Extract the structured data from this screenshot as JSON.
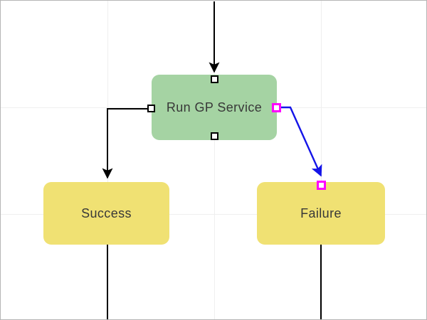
{
  "diagram": {
    "nodes": [
      {
        "id": "run-gp-service",
        "label": "Run GP Service",
        "fill": "#a5d3a3",
        "role": "process-step"
      },
      {
        "id": "success",
        "label": "Success",
        "fill": "#f0e173",
        "role": "outcome"
      },
      {
        "id": "failure",
        "label": "Failure",
        "fill": "#f0e173",
        "role": "outcome"
      }
    ],
    "connectors": [
      {
        "id": "incoming-top",
        "from": "offscreen-top",
        "to": "run-gp-service.top",
        "color": "#000000",
        "arrow": true,
        "selected": false
      },
      {
        "id": "gp-to-success",
        "from": "run-gp-service.left",
        "to": "success.top",
        "color": "#000000",
        "arrow": true,
        "selected": false
      },
      {
        "id": "gp-to-failure",
        "from": "run-gp-service.right",
        "to": "failure.top",
        "color": "#1414e8",
        "arrow": true,
        "selected": true
      },
      {
        "id": "success-outgoing",
        "from": "success.bottom",
        "to": "offscreen-bottom",
        "color": "#000000",
        "arrow": false,
        "selected": false
      },
      {
        "id": "failure-outgoing",
        "from": "failure.bottom",
        "to": "offscreen-bottom",
        "color": "#000000",
        "arrow": false,
        "selected": false
      }
    ],
    "endpoints": [
      {
        "node": "run-gp-service",
        "side": "top",
        "state": "default"
      },
      {
        "node": "run-gp-service",
        "side": "left",
        "state": "default"
      },
      {
        "node": "run-gp-service",
        "side": "right",
        "state": "selected"
      },
      {
        "node": "run-gp-service",
        "side": "bottom",
        "state": "default"
      },
      {
        "node": "failure",
        "side": "top",
        "state": "selected"
      }
    ],
    "colors": {
      "canvas_background": "#ffffff",
      "canvas_border": "#b5b5b5",
      "grid_line": "#efefef",
      "node_green": "#a5d3a3",
      "node_yellow": "#f0e173",
      "node_text": "#383838",
      "connector_default": "#000000",
      "connector_selected": "#1414e8",
      "endpoint_fill": "#ffffff",
      "endpoint_border_default": "#000000",
      "endpoint_border_selected": "#ff00ff"
    },
    "grid": {
      "vertical_x": [
        150,
        300,
        450
      ],
      "horizontal_y": [
        150,
        300
      ]
    }
  }
}
